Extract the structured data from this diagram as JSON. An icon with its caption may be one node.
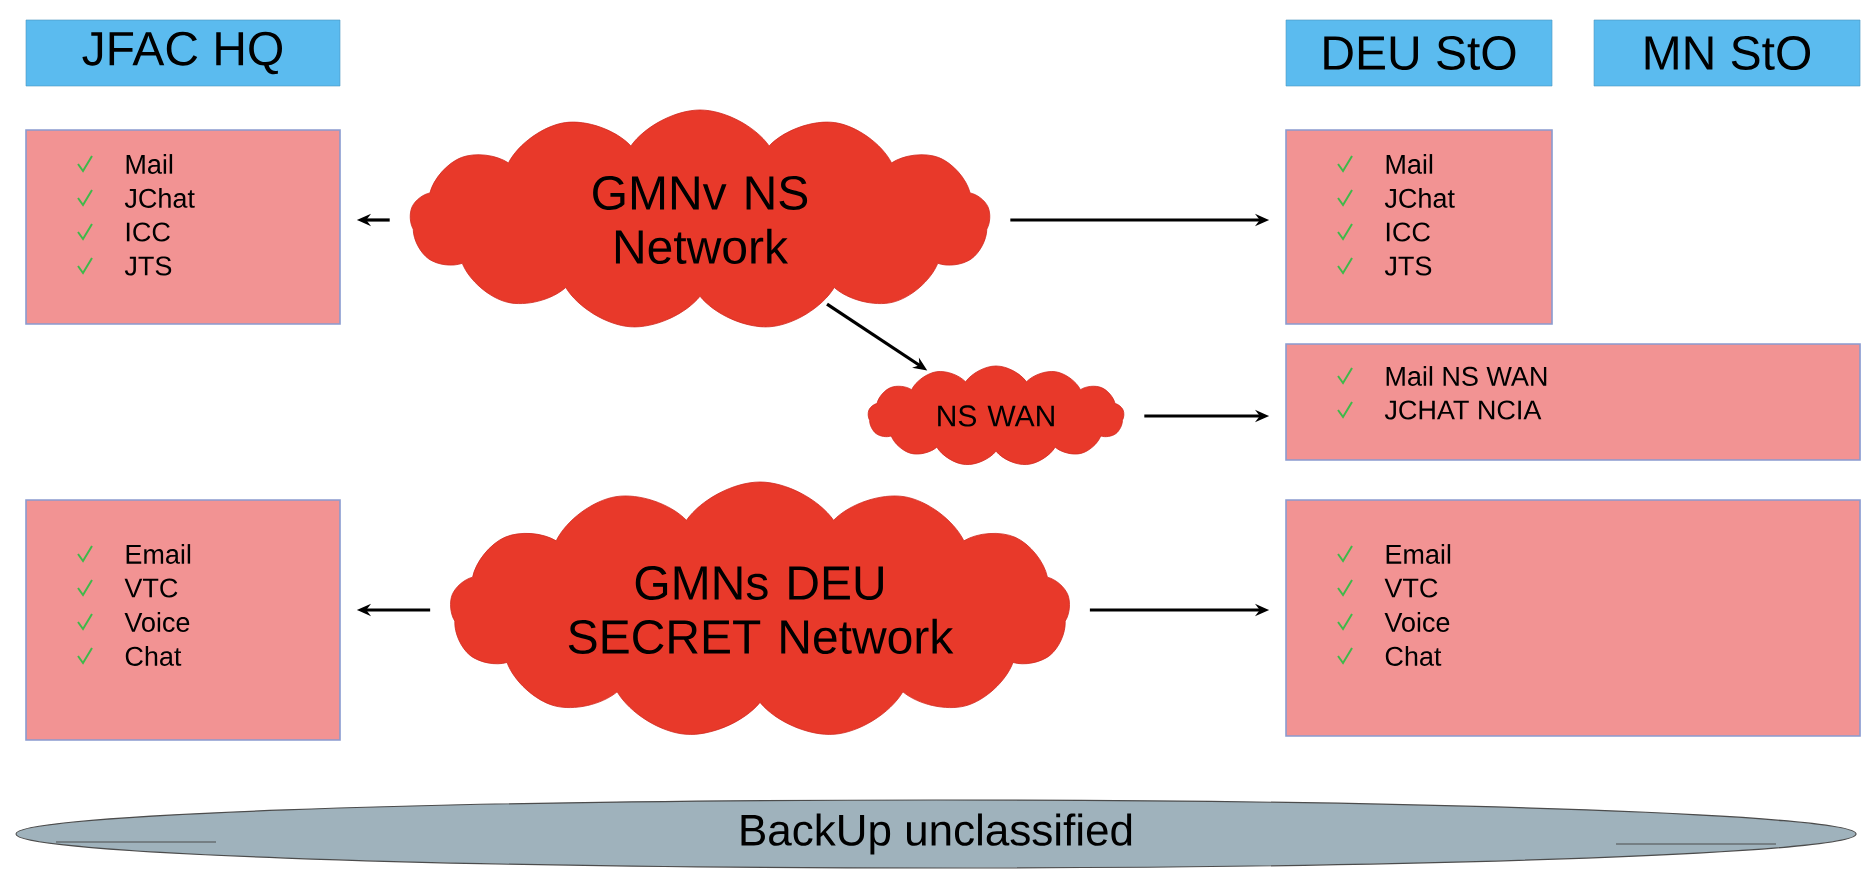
{
  "diagram": {
    "nodes": [
      {
        "text": [
          "JFAC HQ"
        ]
      },
      {
        "text": [
          "DEU StO"
        ]
      },
      {
        "text": [
          "MN StO"
        ]
      },
      {
        "text": [
          "Mail",
          "JChat",
          "ICC",
          "JTS"
        ]
      },
      {
        "text": [
          "GMNv NS Network"
        ]
      },
      {
        "text": [
          "Mail",
          "JChat",
          "ICC",
          "JTS"
        ]
      },
      {
        "text": [
          "NS WAN"
        ]
      },
      {
        "text": [
          "Mail NS WAN",
          "JCHAT NCIA"
        ]
      },
      {
        "text": [
          "Email",
          "VTC",
          "Voice",
          "Chat"
        ]
      },
      {
        "text": [
          "GMNs DEU SECRET Network"
        ]
      },
      {
        "text": [
          "Email",
          "VTC",
          "Voice",
          "Chat"
        ]
      },
      {
        "text": [
          "BackUp unclassified"
        ]
      }
    ],
    "edges": [
      {
        "from": 4,
        "to": 3,
        "arrow": "to"
      },
      {
        "from": 4,
        "to": 5,
        "arrow": "to"
      },
      {
        "from": 4,
        "to": 6,
        "arrow": "to"
      },
      {
        "from": 6,
        "to": 7,
        "arrow": "to"
      },
      {
        "from": 9,
        "to": 8,
        "arrow": "to"
      },
      {
        "from": 9,
        "to": 10,
        "arrow": "to"
      }
    ]
  }
}
